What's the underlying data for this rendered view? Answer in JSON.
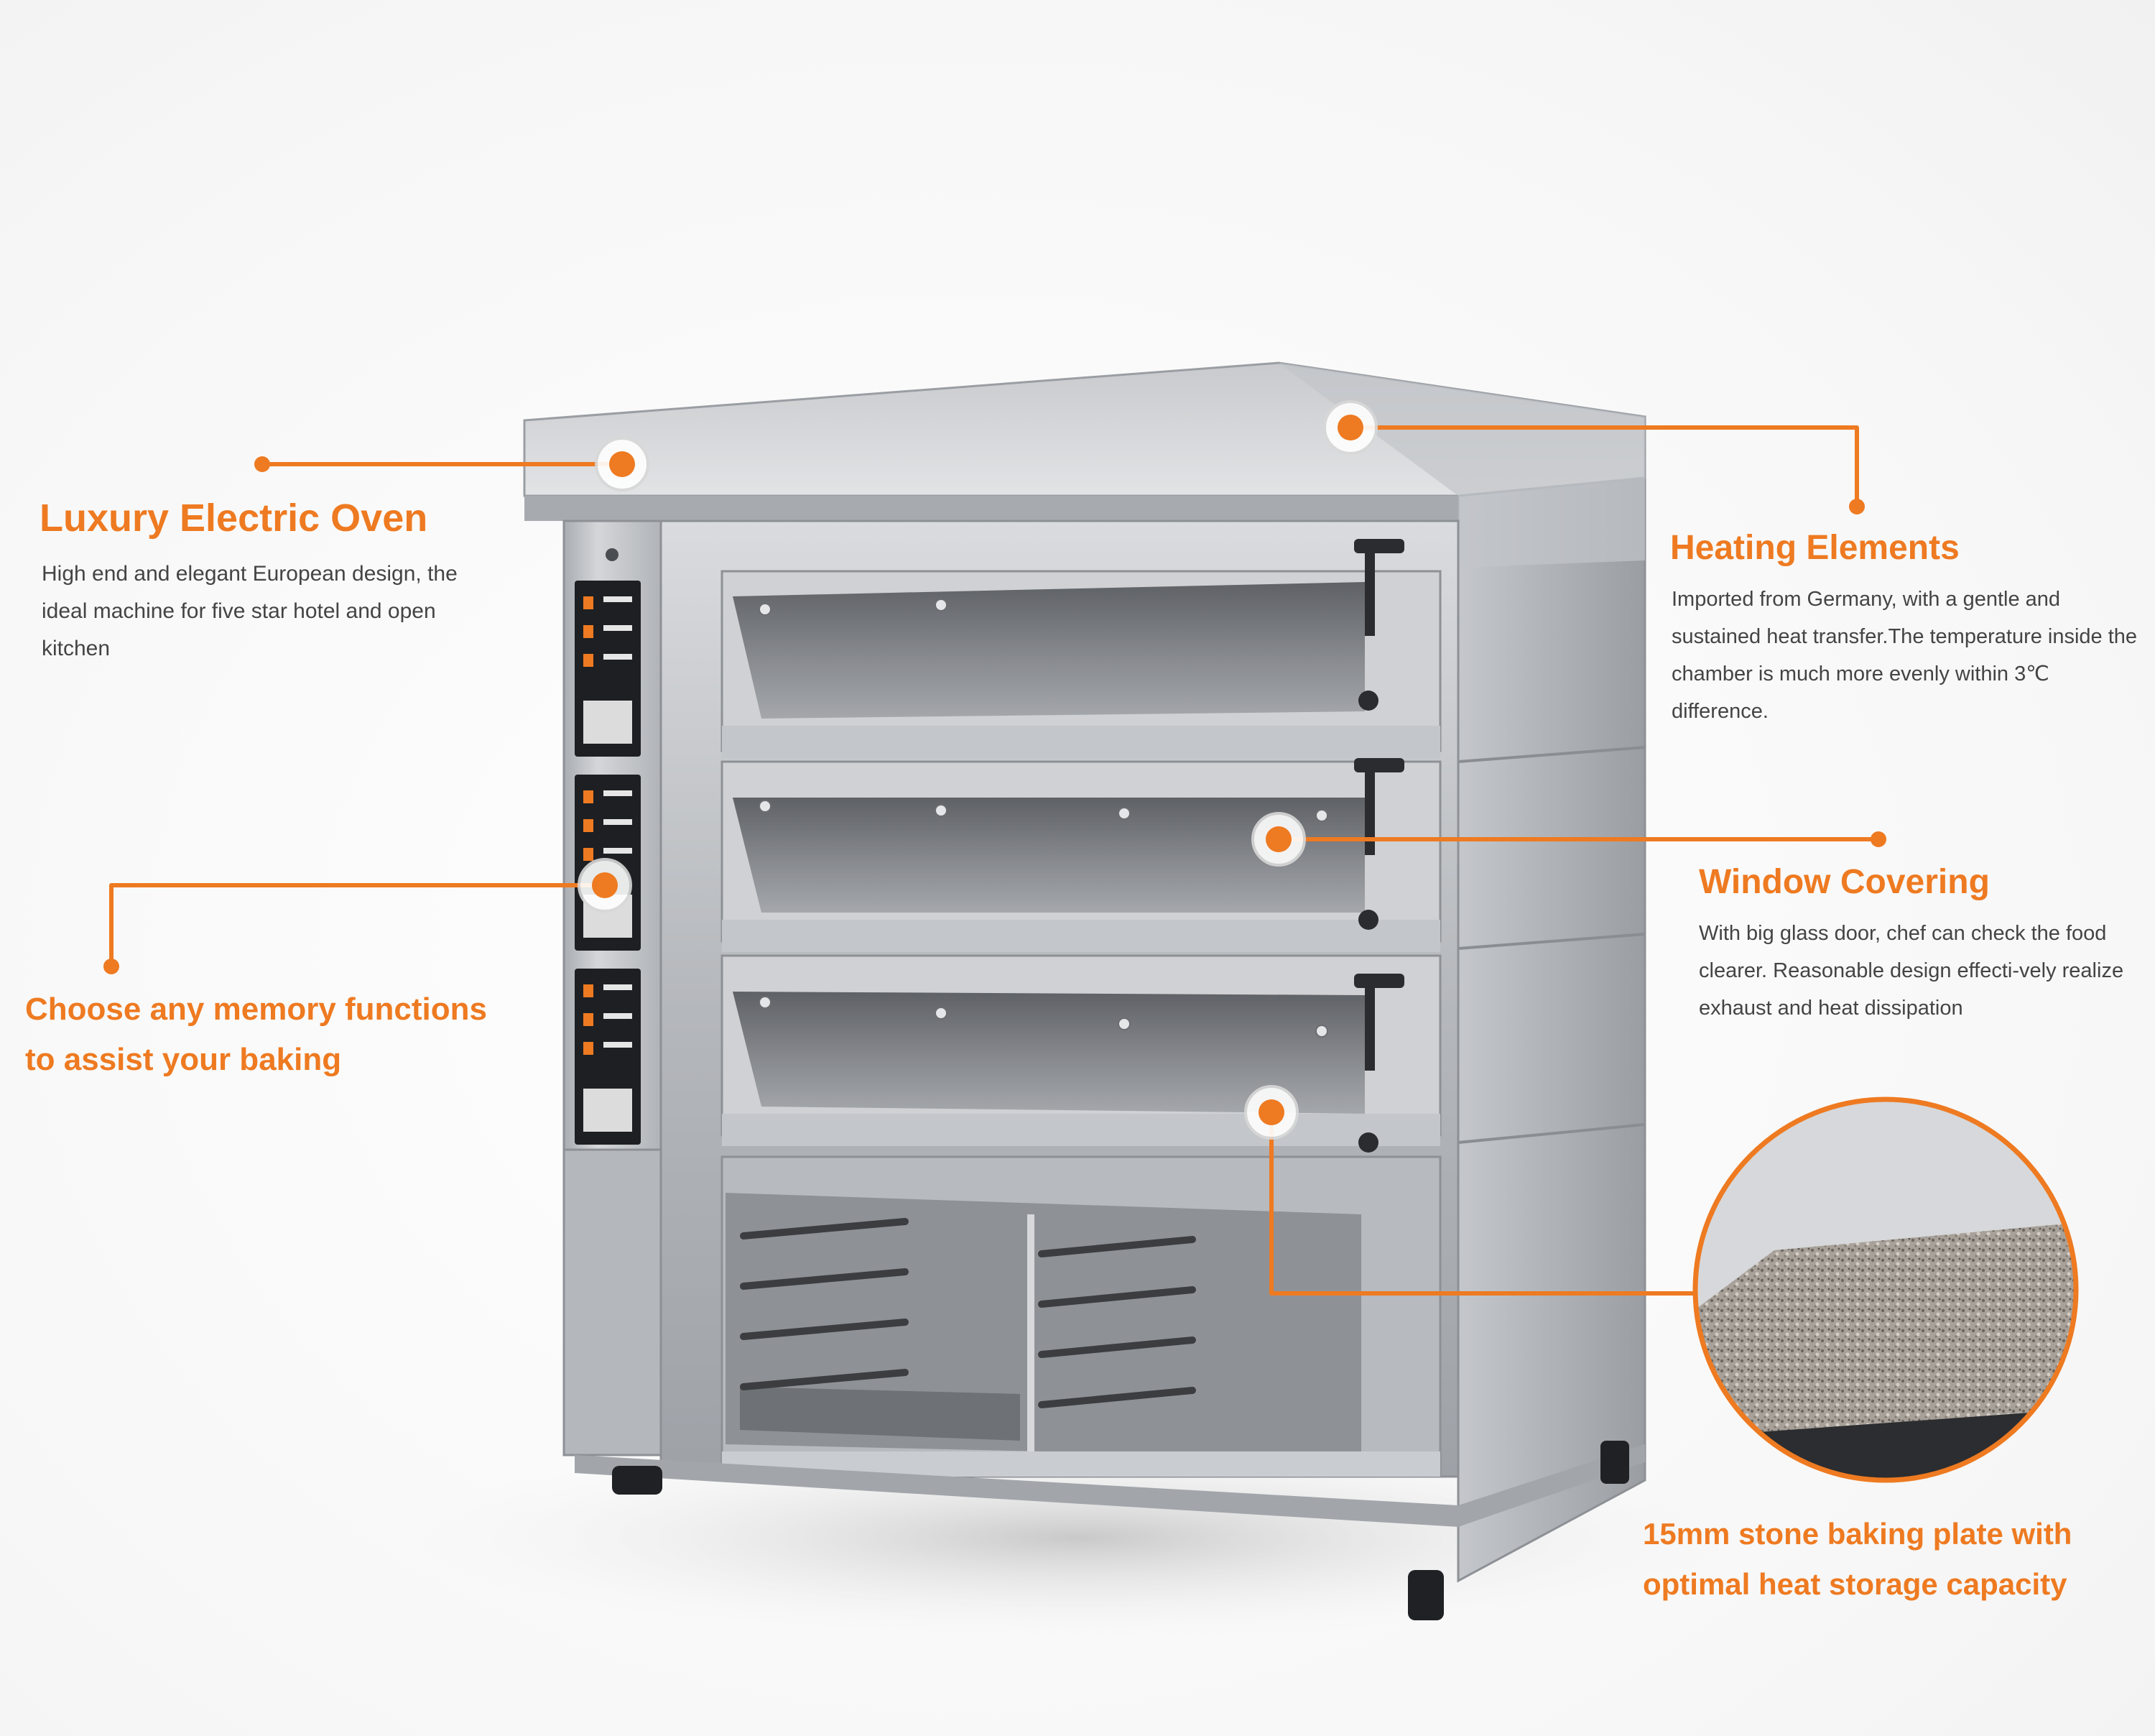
{
  "colors": {
    "accent": "#ee7a21",
    "body_text": "#444444",
    "steel": "#b9bcc0"
  },
  "icons": [
    "callout-dot-icon",
    "oven-illustration",
    "stone-plate-zoom"
  ],
  "callouts": {
    "luxury_oven": {
      "title": "Luxury Electric Oven",
      "desc": "High end and elegant European design, the ideal machine for five star hotel and open kitchen"
    },
    "heating": {
      "title": "Heating Elements",
      "desc": "Imported from Germany, with a gentle and sustained heat transfer.The temperature inside the chamber is much more evenly within 3℃ difference."
    },
    "memory": {
      "line1": "Choose any memory functions",
      "line2": "to assist your baking"
    },
    "window": {
      "title": "Window Covering",
      "desc": "With big glass door, chef can check the food clearer. Reasonable design effecti-vely realize exhaust and heat dissipation"
    },
    "stone": {
      "line1": "15mm stone baking plate with",
      "line2": "optimal heat storage capacity"
    }
  }
}
